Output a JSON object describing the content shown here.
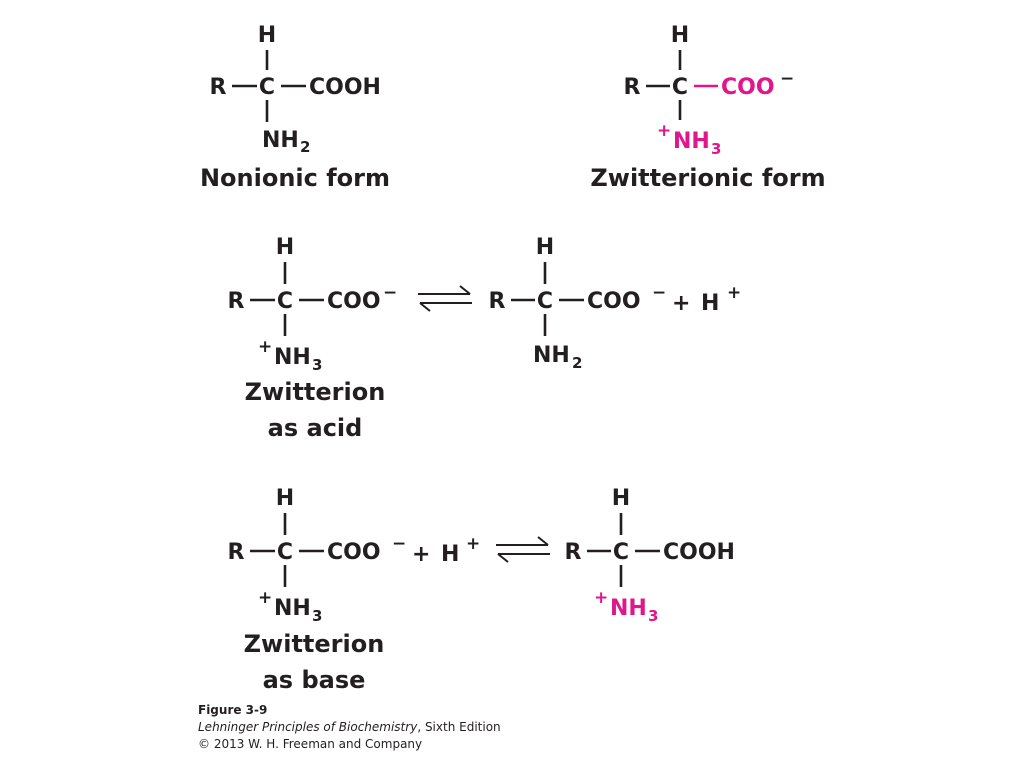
{
  "figure": {
    "atoms": {
      "R": "R",
      "C": "C",
      "H": "H",
      "COOH": "COOH",
      "COO": "COO",
      "NH": "NH",
      "minus": "−",
      "plus": "+",
      "sub2": "2",
      "sub3": "3"
    },
    "labels": {
      "nonionic": "Nonionic form",
      "zwitterionic": "Zwitterionic form",
      "acid_line1": "Zwitterion",
      "acid_line2": "as acid",
      "base_line1": "Zwitterion",
      "base_line2": "as base"
    },
    "colors": {
      "ink": "#231f20",
      "highlight": "#e0168a"
    }
  },
  "caption": {
    "figure_number": "Figure 3-9",
    "book_title": "Lehninger Principles of Biochemistry",
    "edition": ", Sixth Edition",
    "copyright": "© 2013 W. H. Freeman and Company"
  }
}
